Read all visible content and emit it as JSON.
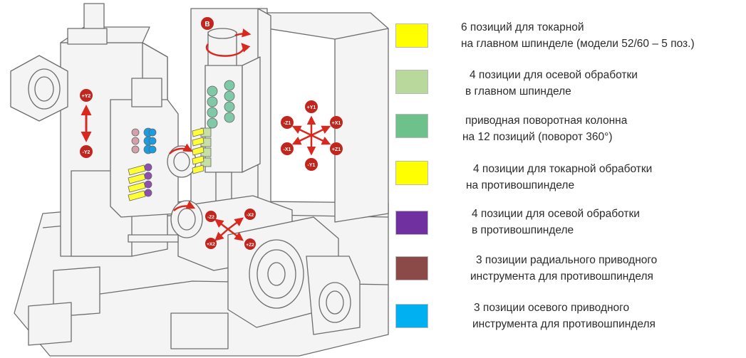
{
  "diagram": {
    "axis_labels": {
      "y2_plus": "+Y2",
      "y2_minus": "-Y2",
      "b": "B",
      "y1_plus": "+Y1",
      "y1_minus": "-Y1",
      "z1_plus": "+Z1",
      "z1_minus": "-Z1",
      "x1_plus": "+X1",
      "x1_minus": "-X1",
      "z2_plus": "+Z2",
      "z2_minus": "-Z2",
      "x2_plus": "+X2",
      "x2_minus": "-X2"
    }
  },
  "legend": [
    {
      "color": "#ffff00",
      "line1": "6 позиций для токарной",
      "line2": "на главном шпинделе (модели 52/60 – 5 поз.)"
    },
    {
      "color": "#b9d99c",
      "line1": "4 позиции для осевой обработки",
      "line2": "в главном шпинделе"
    },
    {
      "color": "#6cc28a",
      "line1": "приводная поворотная колонна",
      "line2": "на 12 позиций (поворот 360°)"
    },
    {
      "color": "#ffff00",
      "line1": "4 позиции для токарной обработки",
      "line2": "на противошпинделе"
    },
    {
      "color": "#7030a0",
      "line1": "4 позиции для осевой обработки",
      "line2": "в противошпинделе"
    },
    {
      "color": "#8b4a48",
      "line1": "3 позиции радиального приводного",
      "line2": "инструмента для противошпинделя"
    },
    {
      "color": "#00b0f0",
      "line1": "3 позиции осевого приводного",
      "line2": "инструмента для противошпинделя"
    }
  ]
}
